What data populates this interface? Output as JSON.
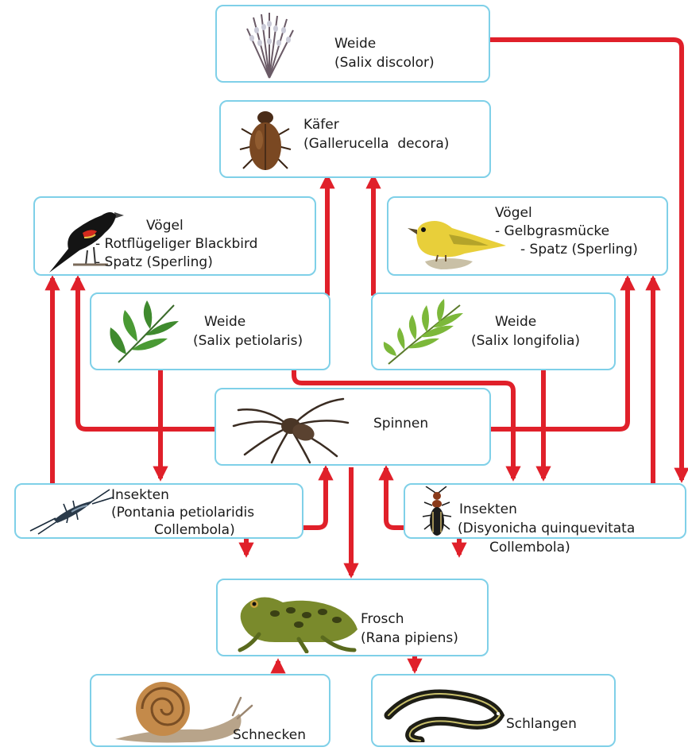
{
  "colors": {
    "arrow": "#e0202a",
    "box_border": "#7fd0e8",
    "text": "#1a1a1a"
  },
  "nodes": {
    "weide_discolor": {
      "line1": "Weide",
      "line2": "(Salix discolor)",
      "icon": "willow-catkin-icon"
    },
    "kaefer": {
      "line1": "Käfer",
      "line2": "(Gallerucella  decora)",
      "icon": "beetle-icon"
    },
    "voegel_left": {
      "line1": "Vögel",
      "line2": "- Rotflügeliger Blackbird",
      "line3": "- Spatz (Sperling)",
      "icon": "blackbird-icon"
    },
    "voegel_right": {
      "line1": "Vögel",
      "line2": "- Gelbgrasmücke",
      "line3": "- Spatz (Sperling)",
      "icon": "warbler-icon"
    },
    "weide_petiolaris": {
      "line1": "Weide",
      "line2": "(Salix petiolaris)",
      "icon": "willow-leaf-icon"
    },
    "weide_longifolia": {
      "line1": "Weide",
      "line2": "(Salix longifolia)",
      "icon": "willow-branch-icon"
    },
    "spinnen": {
      "line1": "Spinnen",
      "icon": "spider-icon"
    },
    "insekten_left": {
      "line1": "Insekten",
      "line2": "(Pontania petiolaridis",
      "line3": "Collembola)",
      "icon": "springtail-icon"
    },
    "insekten_right": {
      "line1": "Insekten",
      "line2": "(Disyonicha quinquevitata",
      "line3": "Collembola)",
      "icon": "insect-icon"
    },
    "frosch": {
      "line1": "Frosch",
      "line2": "(Rana pipiens)",
      "icon": "frog-icon"
    },
    "schnecken": {
      "line1": "Schnecken",
      "icon": "snail-icon"
    },
    "schlangen": {
      "line1": "Schlangen",
      "icon": "snake-icon"
    }
  }
}
